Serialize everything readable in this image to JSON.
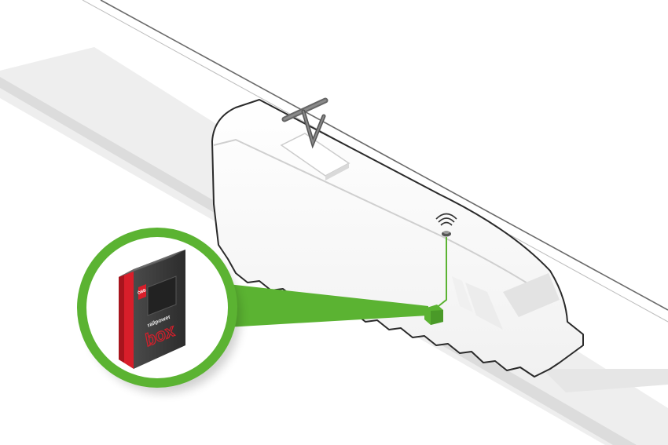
{
  "colors": {
    "accent_green": "#5bb332",
    "box_red": "#d81e2a",
    "box_dark": "#3a3a3a",
    "outline": "#2a2a2a",
    "track_grey": "#d4d4d4",
    "train_fill": "#ffffff"
  },
  "device": {
    "brand_top": "ÖBB",
    "label_small": "railpower",
    "label_large": "box"
  },
  "icons": {
    "antenna": "wireless-signal-icon",
    "sensor": "device-module-icon"
  }
}
